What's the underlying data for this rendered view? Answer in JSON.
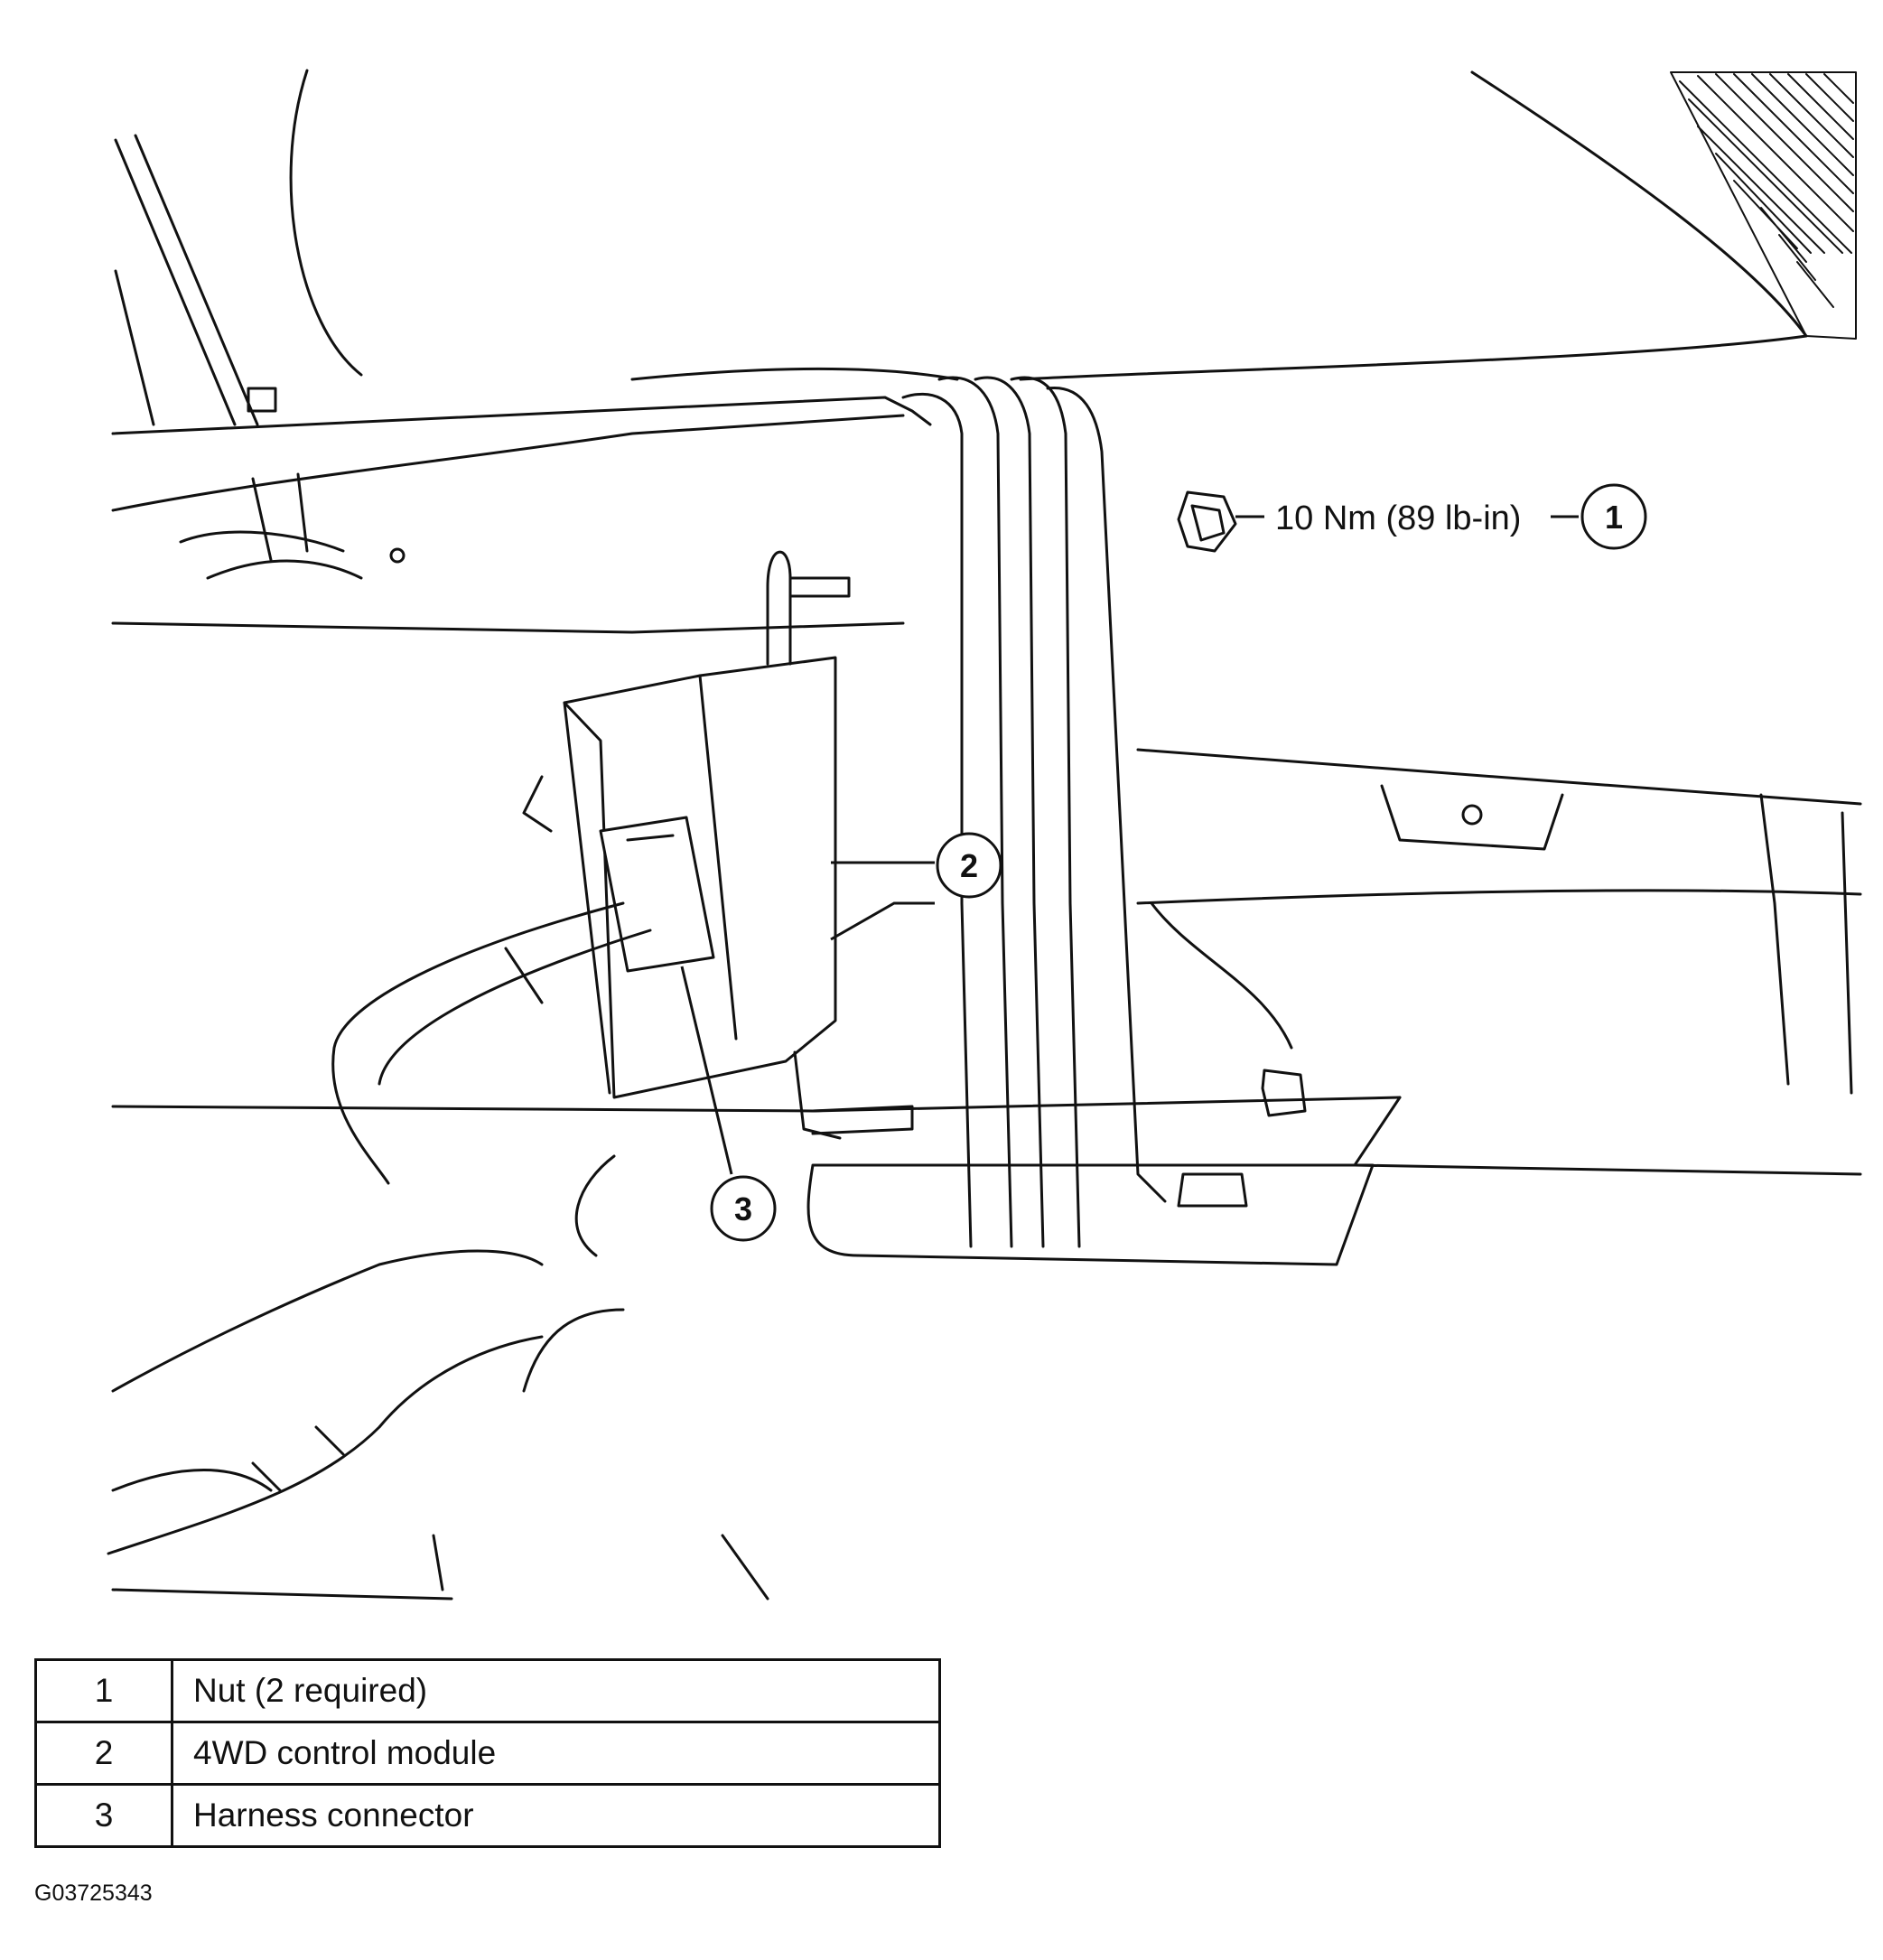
{
  "callouts": [
    {
      "number": "1",
      "torque": "10 Nm (89 lb-in)"
    },
    {
      "number": "2"
    },
    {
      "number": "3"
    }
  ],
  "legend": [
    {
      "number": "1",
      "description": "Nut (2 required)"
    },
    {
      "number": "2",
      "description": "4WD control module"
    },
    {
      "number": "3",
      "description": "Harness connector"
    }
  ],
  "figure_id": "G03725343"
}
